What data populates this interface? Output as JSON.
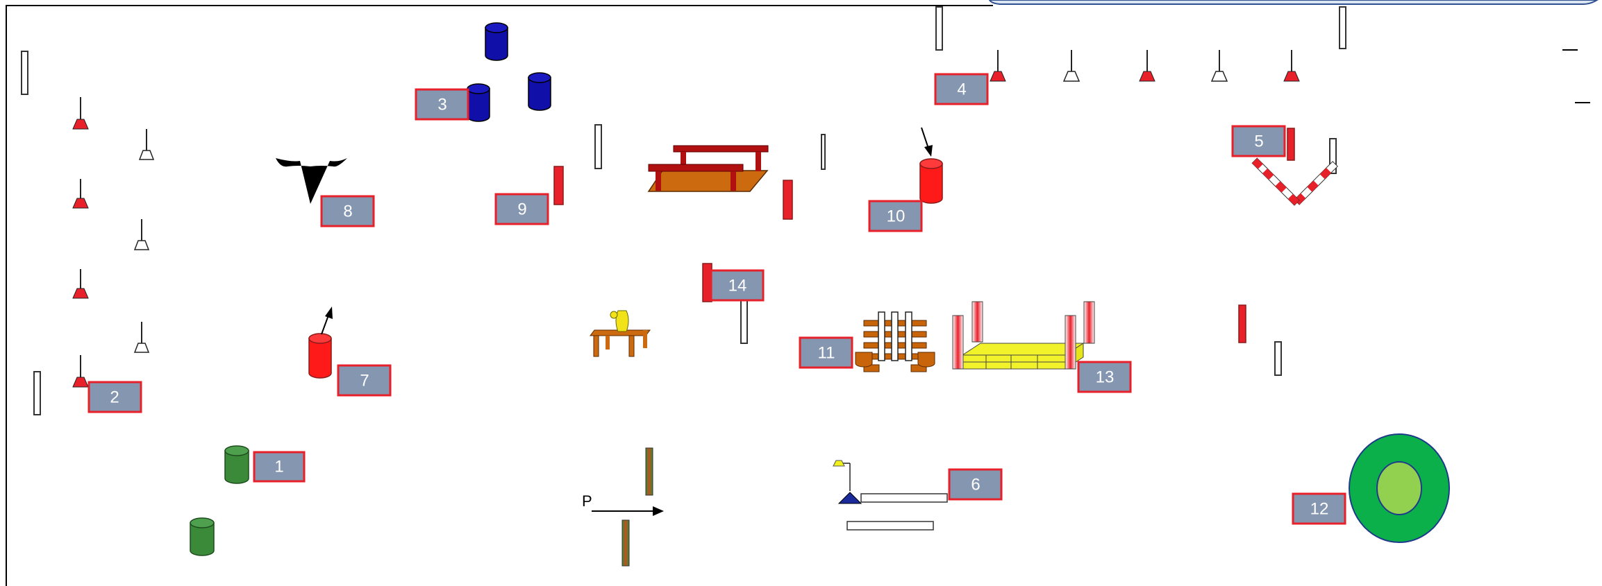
{
  "diagram": {
    "colors": {
      "label_fill": "#8596B0",
      "label_border": "#E8202A",
      "red": "#E8202A",
      "blue_barrel": "#1010A8",
      "green_barrel": "#3A8A3A",
      "table_orange": "#C8640A",
      "bench_red": "#B01010",
      "platform_yellow": "#F2F22A",
      "target_outer": "#0BB04A",
      "target_inner": "#92D050",
      "top_bar": "#DCE6F2"
    },
    "start_marker": "P",
    "stations": [
      {
        "id": "1",
        "label": "1"
      },
      {
        "id": "2",
        "label": "2"
      },
      {
        "id": "3",
        "label": "3"
      },
      {
        "id": "4",
        "label": "4"
      },
      {
        "id": "5",
        "label": "5"
      },
      {
        "id": "6",
        "label": "6"
      },
      {
        "id": "7",
        "label": "7"
      },
      {
        "id": "8",
        "label": "8"
      },
      {
        "id": "9",
        "label": "9"
      },
      {
        "id": "10",
        "label": "10"
      },
      {
        "id": "11",
        "label": "11"
      },
      {
        "id": "12",
        "label": "12"
      },
      {
        "id": "13",
        "label": "13"
      },
      {
        "id": "14",
        "label": "14"
      }
    ],
    "icons": [
      "cone-icon",
      "barrel-icon",
      "pole-icon",
      "arrow-icon",
      "table-icon",
      "bench-icon",
      "bridge-icon",
      "target-icon",
      "vase-icon",
      "animal-icon",
      "ladder-icon",
      "seesaw-icon"
    ]
  }
}
